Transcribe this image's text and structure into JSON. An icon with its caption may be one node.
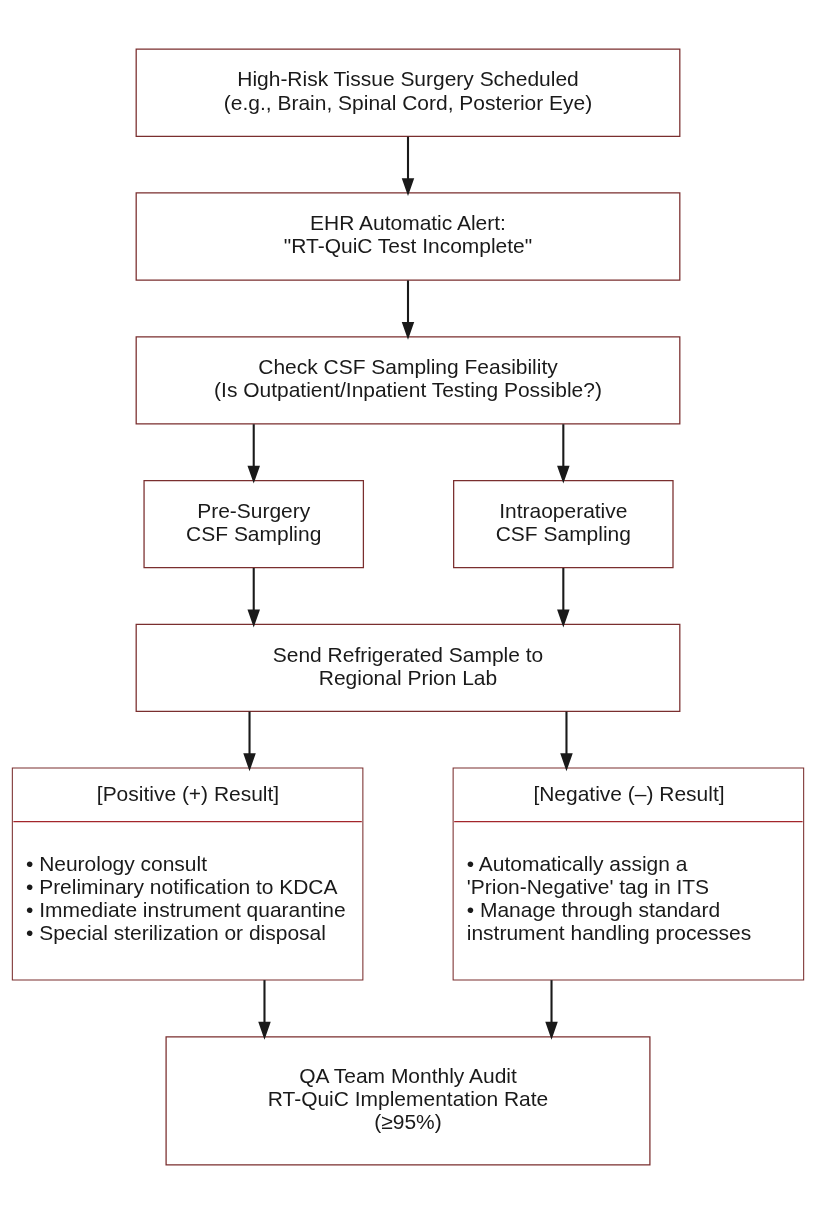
{
  "diagram": {
    "nodes": [
      {
        "text": [
          "High-Risk Tissue Surgery Scheduled",
          "(e.g., Brain, Spinal Cord, Posterior Eye)"
        ]
      },
      {
        "text": [
          "EHR Automatic Alert:",
          "\"RT-QuiC Test Incomplete\""
        ]
      },
      {
        "text": [
          "Check CSF Sampling Feasibility",
          "(Is Outpatient/Inpatient Testing Possible?)"
        ]
      },
      {
        "text": [
          "Pre-Surgery CSF Sampling"
        ]
      },
      {
        "text": [
          "Intraoperative CSF Sampling"
        ]
      },
      {
        "text": [
          "Send Refrigerated Sample to Regional Prion Lab"
        ]
      },
      {
        "text": [
          "[Positive (+) Result]",
          "• Neurology consult",
          "• Preliminary notification to KDCA",
          "• Immediate instrument quarantine",
          "• Special sterilization or disposal"
        ]
      },
      {
        "text": [
          "[Negative (–) Result]",
          "• Automatically assign a 'Prion-Negative' tag in ITS",
          "• Manage through standard instrument handling processes"
        ]
      },
      {
        "text": [
          "QA Team Monthly Audit",
          "RT-QuiC Implementation Rate (≥95%)"
        ]
      }
    ],
    "edges": [
      {
        "from": 0,
        "to": 1,
        "arrow": "to"
      },
      {
        "from": 1,
        "to": 2,
        "arrow": "to"
      },
      {
        "from": 2,
        "to": 3,
        "arrow": "to"
      },
      {
        "from": 2,
        "to": 4,
        "arrow": "to"
      },
      {
        "from": 3,
        "to": 5,
        "arrow": "to"
      },
      {
        "from": 4,
        "to": 5,
        "arrow": "to"
      },
      {
        "from": 5,
        "to": 6,
        "arrow": "to"
      },
      {
        "from": 5,
        "to": 7,
        "arrow": "to"
      },
      {
        "from": 6,
        "to": 8,
        "arrow": "to"
      },
      {
        "from": 7,
        "to": 8,
        "arrow": "to"
      }
    ]
  }
}
